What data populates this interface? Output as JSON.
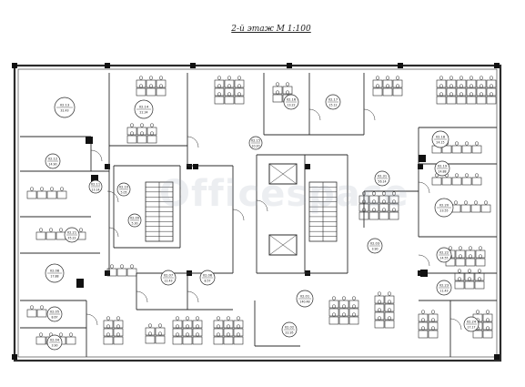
{
  "title": "2-й этаж М 1:100",
  "watermark": "Officespace",
  "colors": {
    "line": "#2b2b2b",
    "bubble_bg": "#ffffff",
    "wall": "#111111"
  },
  "rooms": [
    {
      "id": "02.13",
      "area": "32.43"
    },
    {
      "id": "02.14",
      "area": "22.34"
    },
    {
      "id": "02.15",
      "area": "10.20"
    },
    {
      "id": "02.16",
      "area": "13.22"
    },
    {
      "id": "02.17",
      "area": "15.12"
    },
    {
      "id": "02.18",
      "area": "24.15"
    },
    {
      "id": "02.19",
      "area": "14.88"
    },
    {
      "id": "02.12",
      "area": "14.90"
    },
    {
      "id": "02.11",
      "area": "13.14"
    },
    {
      "id": "02.10",
      "area": "5.05"
    },
    {
      "id": "02.09",
      "area": "5.30"
    },
    {
      "id": "02.31",
      "area": "56.14"
    },
    {
      "id": "02.20",
      "area": "23.55"
    },
    {
      "id": "02.21",
      "area": "35.22"
    },
    {
      "id": "02.08",
      "area": "17.88"
    },
    {
      "id": "02.07",
      "area": "12.43"
    },
    {
      "id": "02.06",
      "area": "8.57"
    },
    {
      "id": "02.05",
      "area": "8.67"
    },
    {
      "id": "02.04",
      "area": "3.90"
    },
    {
      "id": "02.03",
      "area": "3.90"
    },
    {
      "id": "02.22",
      "area": "14.55"
    },
    {
      "id": "02.23",
      "area": "11.43"
    },
    {
      "id": "02.01",
      "area": "140.48"
    },
    {
      "id": "02.02",
      "area": "22.95"
    },
    {
      "id": "02.24",
      "area": "17.17"
    }
  ]
}
